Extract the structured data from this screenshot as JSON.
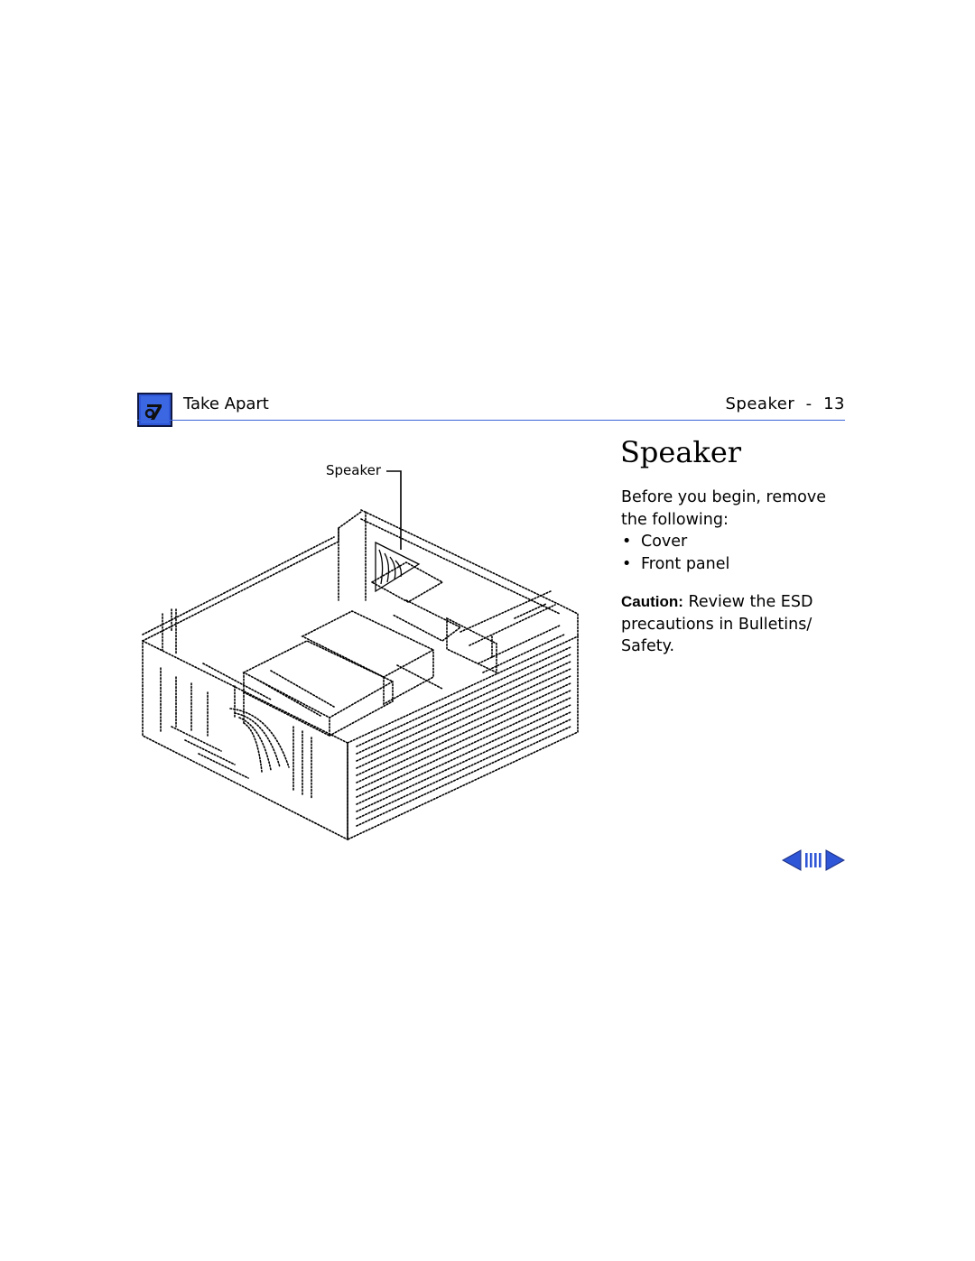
{
  "header": {
    "section": "Take Apart",
    "page_ref": "Speaker  -  13",
    "icon": "take-apart-wrench-icon"
  },
  "title": "Speaker",
  "intro": "Before you begin, remove the following:",
  "prerequisites": [
    "Cover",
    "Front panel"
  ],
  "caution": {
    "label": "Caution:",
    "text": " Review the ESD precautions in Bulletins/ Safety."
  },
  "figure": {
    "callout": "Speaker"
  },
  "nav": {
    "prev_icon": "previous-arrow-icon",
    "index_icon": "page-index-icon",
    "next_icon": "next-arrow-icon"
  },
  "colors": {
    "accent": "#3a64d8",
    "icon_fill": "#2f56d6"
  }
}
